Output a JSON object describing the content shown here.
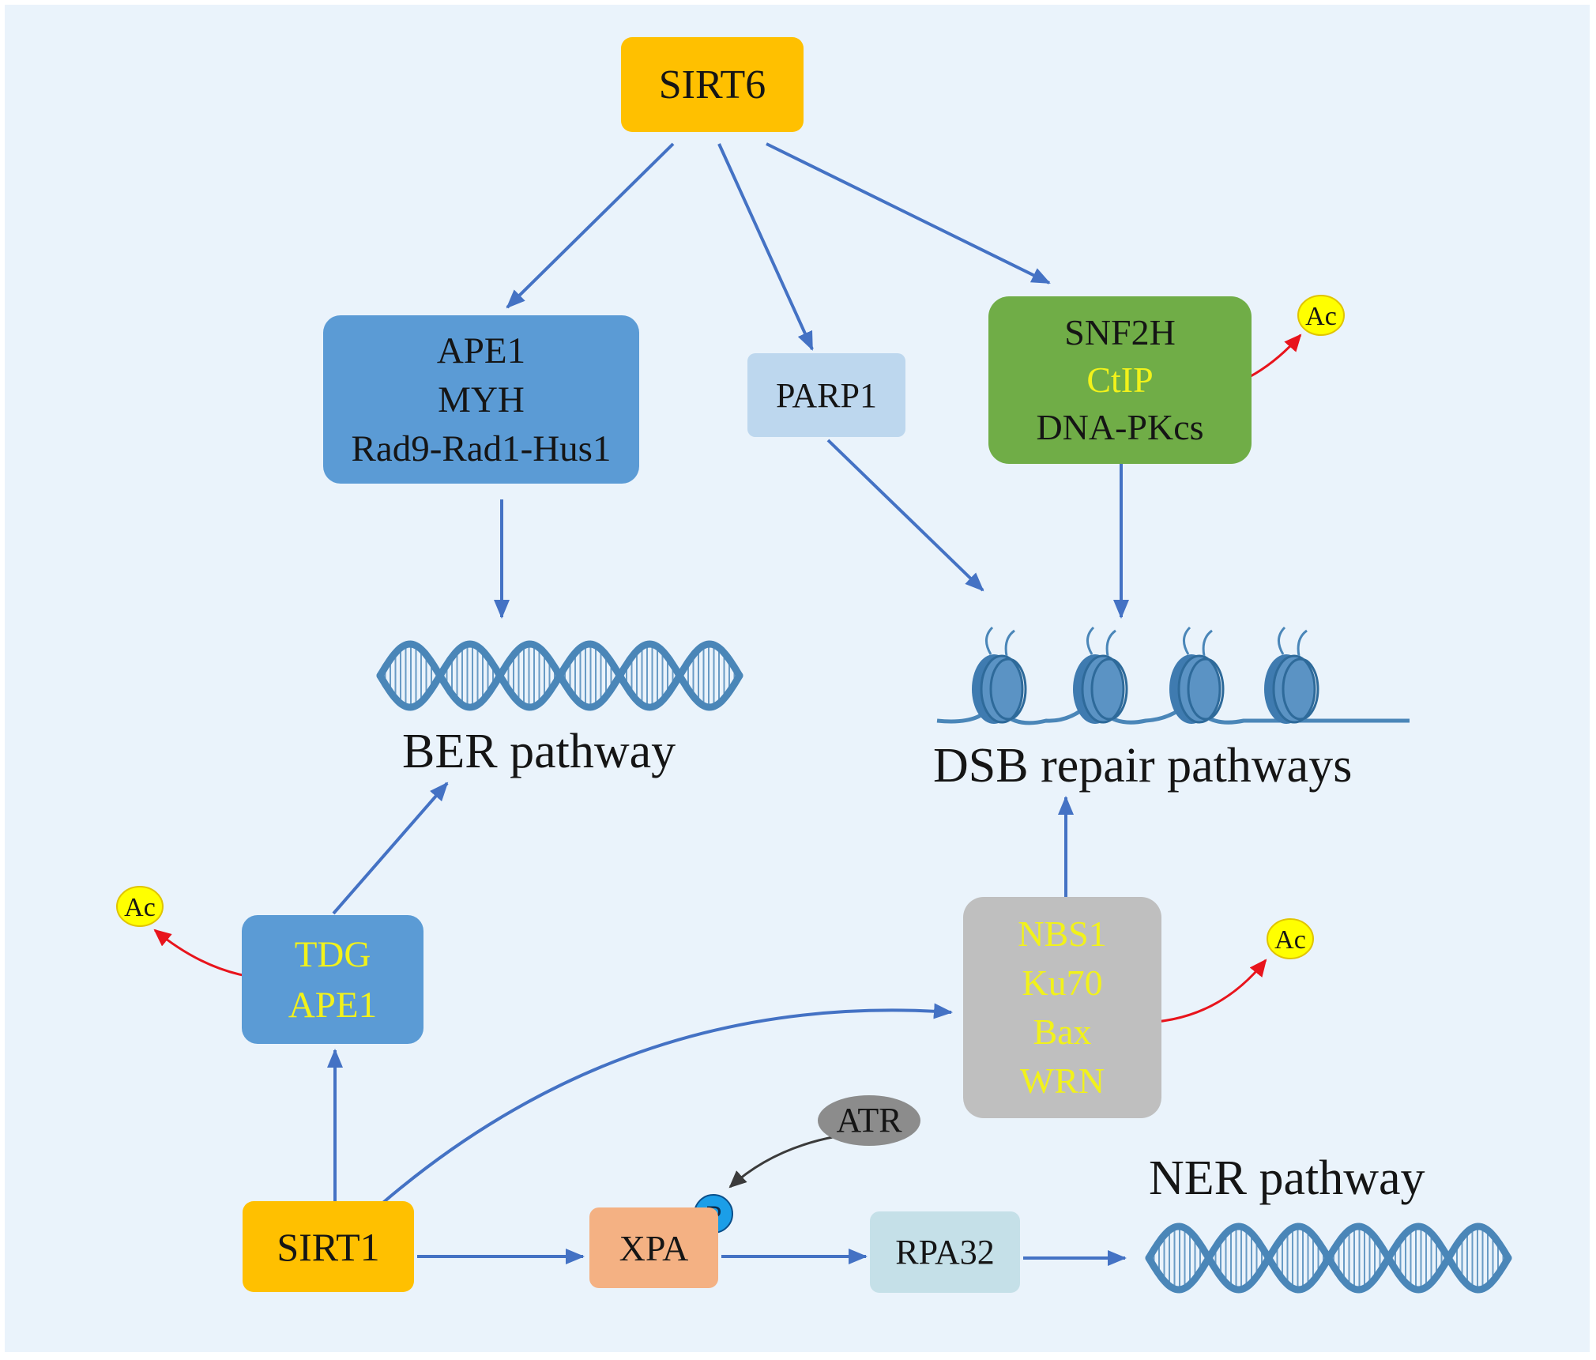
{
  "nodes": {
    "sirt6": "SIRT6",
    "ber_group": [
      "APE1",
      "MYH",
      "Rad9-Rad1-Hus1"
    ],
    "parp1": "PARP1",
    "dsb_group": [
      {
        "text": "SNF2H",
        "color": "#151515"
      },
      {
        "text": "CtIP",
        "color": "#f2f21a"
      },
      {
        "text": "DNA-PKcs",
        "color": "#151515"
      }
    ],
    "tdg_group": [
      "TDG",
      "APE1"
    ],
    "sirt1_targets": [
      "NBS1",
      "Ku70",
      "Bax",
      "WRN"
    ],
    "sirt1": "SIRT1",
    "xpa": "XPA",
    "rpa32": "RPA32",
    "atr": "ATR"
  },
  "markers": {
    "acetyl": "Ac",
    "phospho": "P"
  },
  "pathways": {
    "ber": "BER pathway",
    "dsb": "DSB repair pathways",
    "ner": "NER pathway"
  },
  "colors": {
    "background": "#eaf3fb",
    "sirt_box": "#ffc000",
    "ber_box": "#5b9bd5",
    "parp_box": "#bdd7ee",
    "dsb_green_box": "#70ad47",
    "gray_box": "#bfbfbf",
    "xpa_box": "#f4b183",
    "rpa_box": "#c5e0e8",
    "atr_ellipse": "#8c8c8c",
    "arrow_blue": "#4472c4",
    "arrow_red": "#e8141c",
    "arrow_dark": "#3b3b3b",
    "highlight_text": "#f2f21a",
    "ac_circle": "#ffff00",
    "phospho_circle": "#1b9ee8",
    "dna": "#4a86b8"
  }
}
